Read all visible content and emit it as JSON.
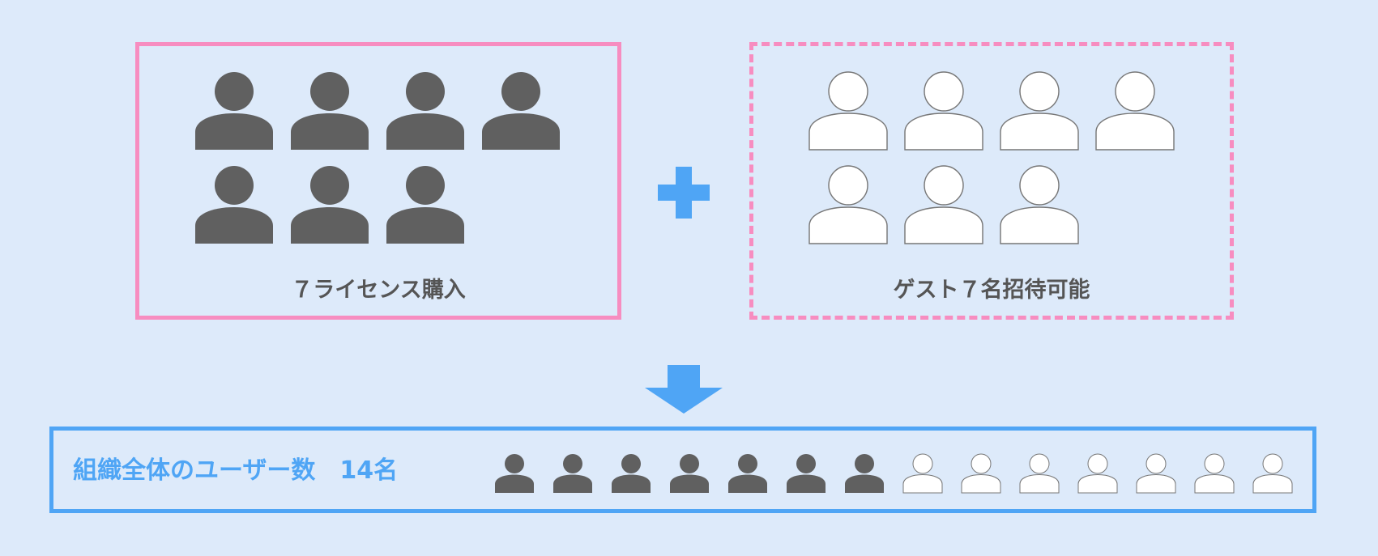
{
  "license_box": {
    "caption": "７ライセンス購入",
    "count": 7,
    "icon": "person-filled-icon",
    "color": "#f78dc0"
  },
  "guest_box": {
    "caption": "ゲスト７名招待可能",
    "count": 7,
    "icon": "person-outline-icon",
    "color": "#f78dc0"
  },
  "operator": {
    "icon": "plus-icon",
    "color": "#4fa5f5"
  },
  "result_arrow": {
    "icon": "arrow-down-icon",
    "color": "#4fa5f5"
  },
  "total": {
    "label": "組織全体のユーザー数　14名",
    "filled_count": 7,
    "outline_count": 7,
    "color": "#4fa5f5"
  },
  "colors": {
    "person_filled": "#606060",
    "person_outline_stroke": "#777777",
    "background": "#ddeafa"
  }
}
